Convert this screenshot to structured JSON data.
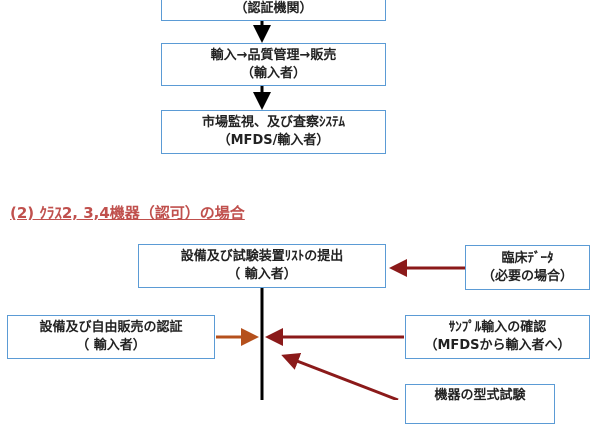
{
  "top_flow": {
    "box1": {
      "line2": "（認証機関）"
    },
    "box2": {
      "line1": "輸入→品質管理→販売",
      "line2": "（輸入者）"
    },
    "box3": {
      "line1": "市場監視、及び査察ｼｽﾃﾑ",
      "line2": "（MFDS/輸入者）"
    }
  },
  "section_heading": "(2)  ｸﾗｽ2, 3,4機器（認可）の場合",
  "class234_flow": {
    "main_box": {
      "line1": "設備及び試験装置ﾘｽﾄの提出",
      "line2": "（  輸入者）"
    },
    "clinical_box": {
      "line1": "臨床ﾃﾞｰﾀ",
      "line2": "（必要の場合）"
    },
    "free_sale_box": {
      "line1": "設備及び自由販売の認証",
      "line2": "（  輸入者）"
    },
    "sample_box": {
      "line1": "ｻﾝﾌﾟﾙ輸入の確認",
      "line2": "（MFDSから輸入者へ）"
    },
    "type_test_box": {
      "line1": "機器の型式試験"
    }
  },
  "colors": {
    "box_border": "#5b9bd5",
    "heading": "#c0504d",
    "arrow_dark_red": "#8b1a1a",
    "arrow_orange": "#b5501c"
  }
}
